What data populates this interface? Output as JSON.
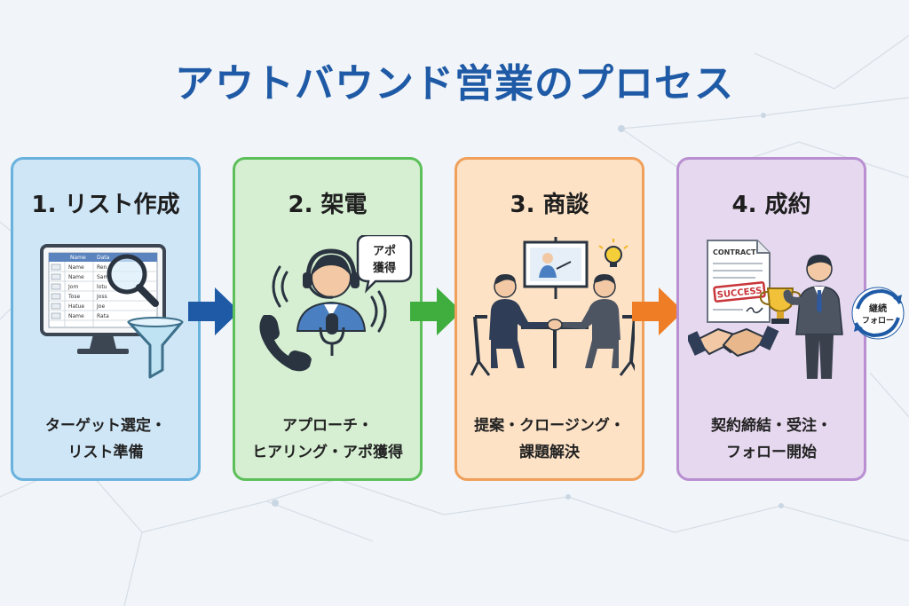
{
  "title": "アウトバウンド営業のプロセス",
  "steps": [
    {
      "heading": "1. リスト作成",
      "desc_lines": [
        "ターゲット選定・",
        "リスト準備"
      ],
      "border": "#6ab2de",
      "fill": "#cfe6f6",
      "illustration": "monitor-list-magnifier-funnel"
    },
    {
      "heading": "2. 架電",
      "desc_lines": [
        "アプローチ・",
        "ヒアリング・アポ獲得"
      ],
      "border": "#5cbf5a",
      "fill": "#d6efd2",
      "illustration": "headset-operator-phone",
      "bubble": [
        "アポ",
        "獲得"
      ]
    },
    {
      "heading": "3. 商談",
      "desc_lines": [
        "提案・クロージング・",
        "課題解決"
      ],
      "border": "#f0a05a",
      "fill": "#fde2c6",
      "illustration": "business-meeting-handshake"
    },
    {
      "heading": "4. 成約",
      "desc_lines": [
        "契約締結・受注・",
        "フォロー開始"
      ],
      "border": "#b98fd1",
      "fill": "#e6d8ef",
      "illustration": "contract-trophy-handshake",
      "contract_label": "CONTRACT",
      "stamp": "SUCCESS",
      "cycle": [
        "継続",
        "フォロー"
      ]
    }
  ],
  "table": {
    "headers": [
      "Name",
      "Data"
    ],
    "rows": [
      [
        "Name",
        "Ren"
      ],
      [
        "Name",
        "Sam"
      ],
      [
        "Jom",
        "lotu"
      ],
      [
        "Tose",
        "Joss"
      ],
      [
        "Hatue",
        "Joe"
      ],
      [
        "Name",
        "Rata"
      ]
    ]
  },
  "arrow_colors": [
    "#1f5aa6",
    "#3fae3f",
    "#ee7d26"
  ],
  "title_color": "#1f5aa6"
}
